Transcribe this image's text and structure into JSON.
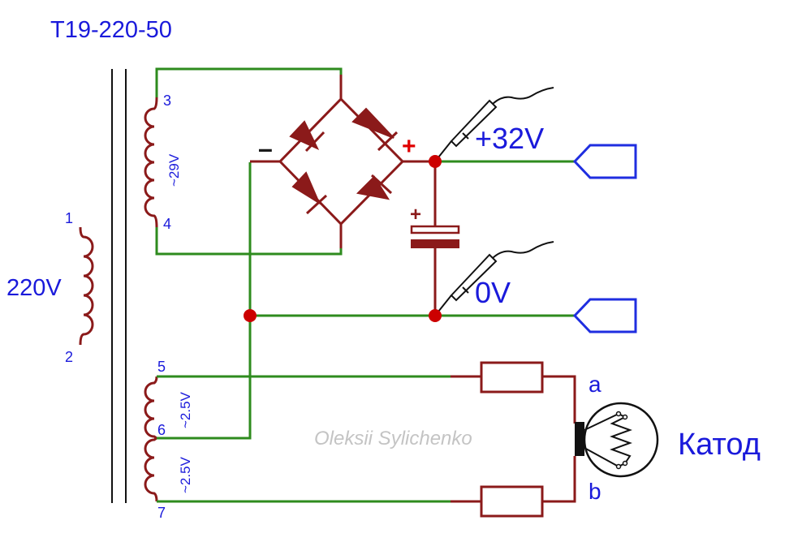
{
  "transformer": {
    "model": "T19-220-50",
    "primary_voltage": "220V",
    "pins": {
      "p1": "1",
      "p2": "2",
      "p3": "3",
      "p4": "4",
      "p5": "5",
      "p6": "6",
      "p7": "7"
    },
    "secondary_29v": "~29V",
    "heater_upper": "~2.5V",
    "heater_lower": "~2.5V"
  },
  "bridge": {
    "minus": "–",
    "plus": "+"
  },
  "capacitor": {
    "plus": "+"
  },
  "outputs": {
    "positive": "+32V",
    "zero": "0V"
  },
  "cathode": {
    "label": "Катод",
    "terminal_a": "a",
    "terminal_b": "b"
  },
  "watermark": "Oleksii Sylichenko",
  "colors": {
    "wire": "#2e8b1e",
    "component": "#8b1a1a",
    "label": "#1a1adb",
    "node": "#cc0000",
    "polarity_plus": "#e00000"
  }
}
